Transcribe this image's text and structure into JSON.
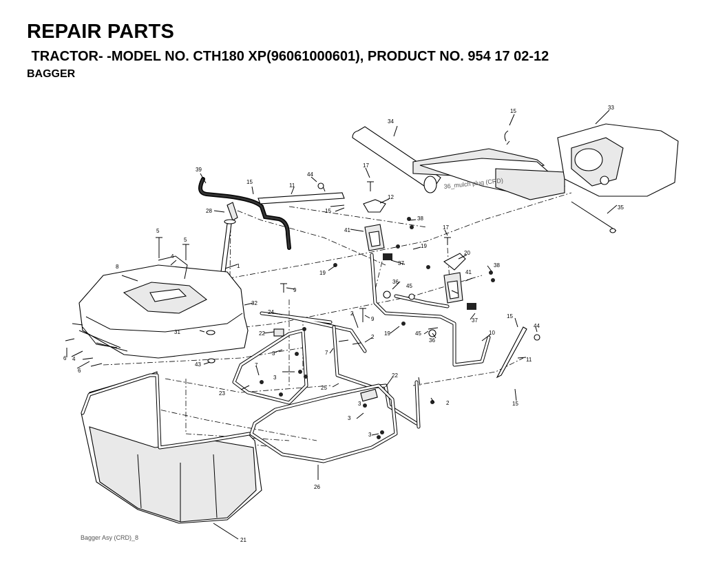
{
  "header": {
    "title": "REPAIR PARTS",
    "subtitle": " TRACTOR- -MODEL NO. CTH180 XP(96061000601), PRODUCT NO. 954 17 02-12",
    "section": "BAGGER"
  },
  "diagram": {
    "caption": "Bagger Asy (CRD)_8",
    "mulch_plug_caption": "36_mulch plug (CRD)",
    "callouts": {
      "c1": "1",
      "c2a": "2",
      "c2b": "2",
      "c2c": "2",
      "c3a": "3",
      "c3b": "3",
      "c3c": "3",
      "c3d": "3",
      "c3e": "3",
      "c4a": "4",
      "c4b": "4",
      "c5a": "5",
      "c5b": "5",
      "c6a": "6",
      "c6b": "6",
      "c7a": "7",
      "c7b": "7",
      "c8": "8",
      "c9a": "9",
      "c9b": "9",
      "c10": "10",
      "c11a": "11",
      "c11b": "11",
      "c12": "12",
      "c15a": "15",
      "c15b": "15",
      "c15c": "15",
      "c15d": "15",
      "c15e": "15",
      "c17a": "17",
      "c17b": "17",
      "c19a": "19",
      "c19b": "19",
      "c19c": "19",
      "c20": "20",
      "c21": "21",
      "c22a": "22",
      "c22b": "22",
      "c23": "23",
      "c24": "24",
      "c25": "25",
      "c26": "26",
      "c28": "28",
      "c31": "31",
      "c32": "32",
      "c33": "33",
      "c34": "34",
      "c35": "35",
      "c36a": "36",
      "c36b": "36",
      "c37a": "37",
      "c37b": "37",
      "c38a": "38",
      "c38b": "38",
      "c39": "39",
      "c41a": "41",
      "c41b": "41",
      "c43": "43",
      "c44a": "44",
      "c44b": "44",
      "c45a": "45",
      "c45b": "45"
    }
  }
}
